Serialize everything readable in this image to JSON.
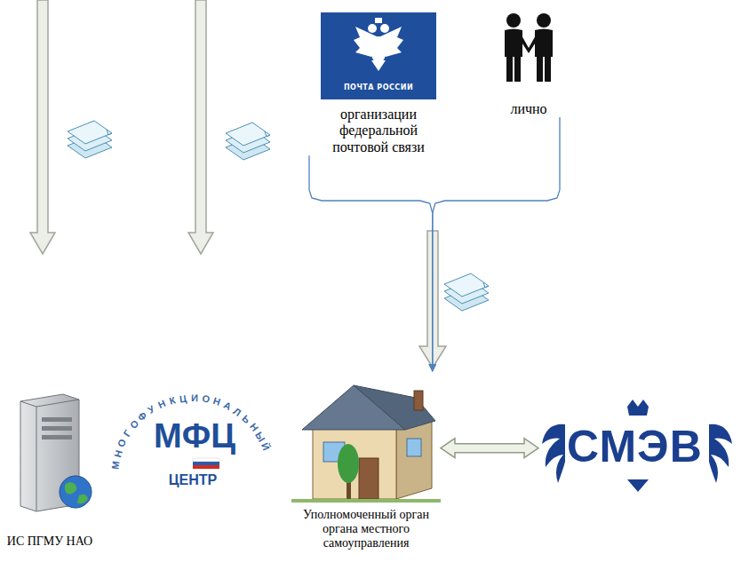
{
  "diagram": {
    "nodes": [
      {
        "text": [
          "ПОЧТА РОССИИ",
          "организации федеральной почтовой связи"
        ]
      },
      {
        "text": [
          "лично"
        ]
      },
      {
        "text": [
          "ИС ПГМУ НАО"
        ]
      },
      {
        "text": [
          "МНОГОФУНКЦИОНАЛЬНЫЙ",
          "МФЦ",
          "ЦЕНТР"
        ]
      },
      {
        "text": [
          "Уполномоченный орган органа местного самоуправления"
        ]
      },
      {
        "text": [
          "СМЭВ"
        ]
      }
    ],
    "edges": [
      {
        "from": 0,
        "to": 4,
        "arrow": "to"
      },
      {
        "from": 1,
        "to": 4,
        "arrow": "to"
      },
      {
        "from": 4,
        "to": 5,
        "arrow": "both"
      }
    ]
  }
}
